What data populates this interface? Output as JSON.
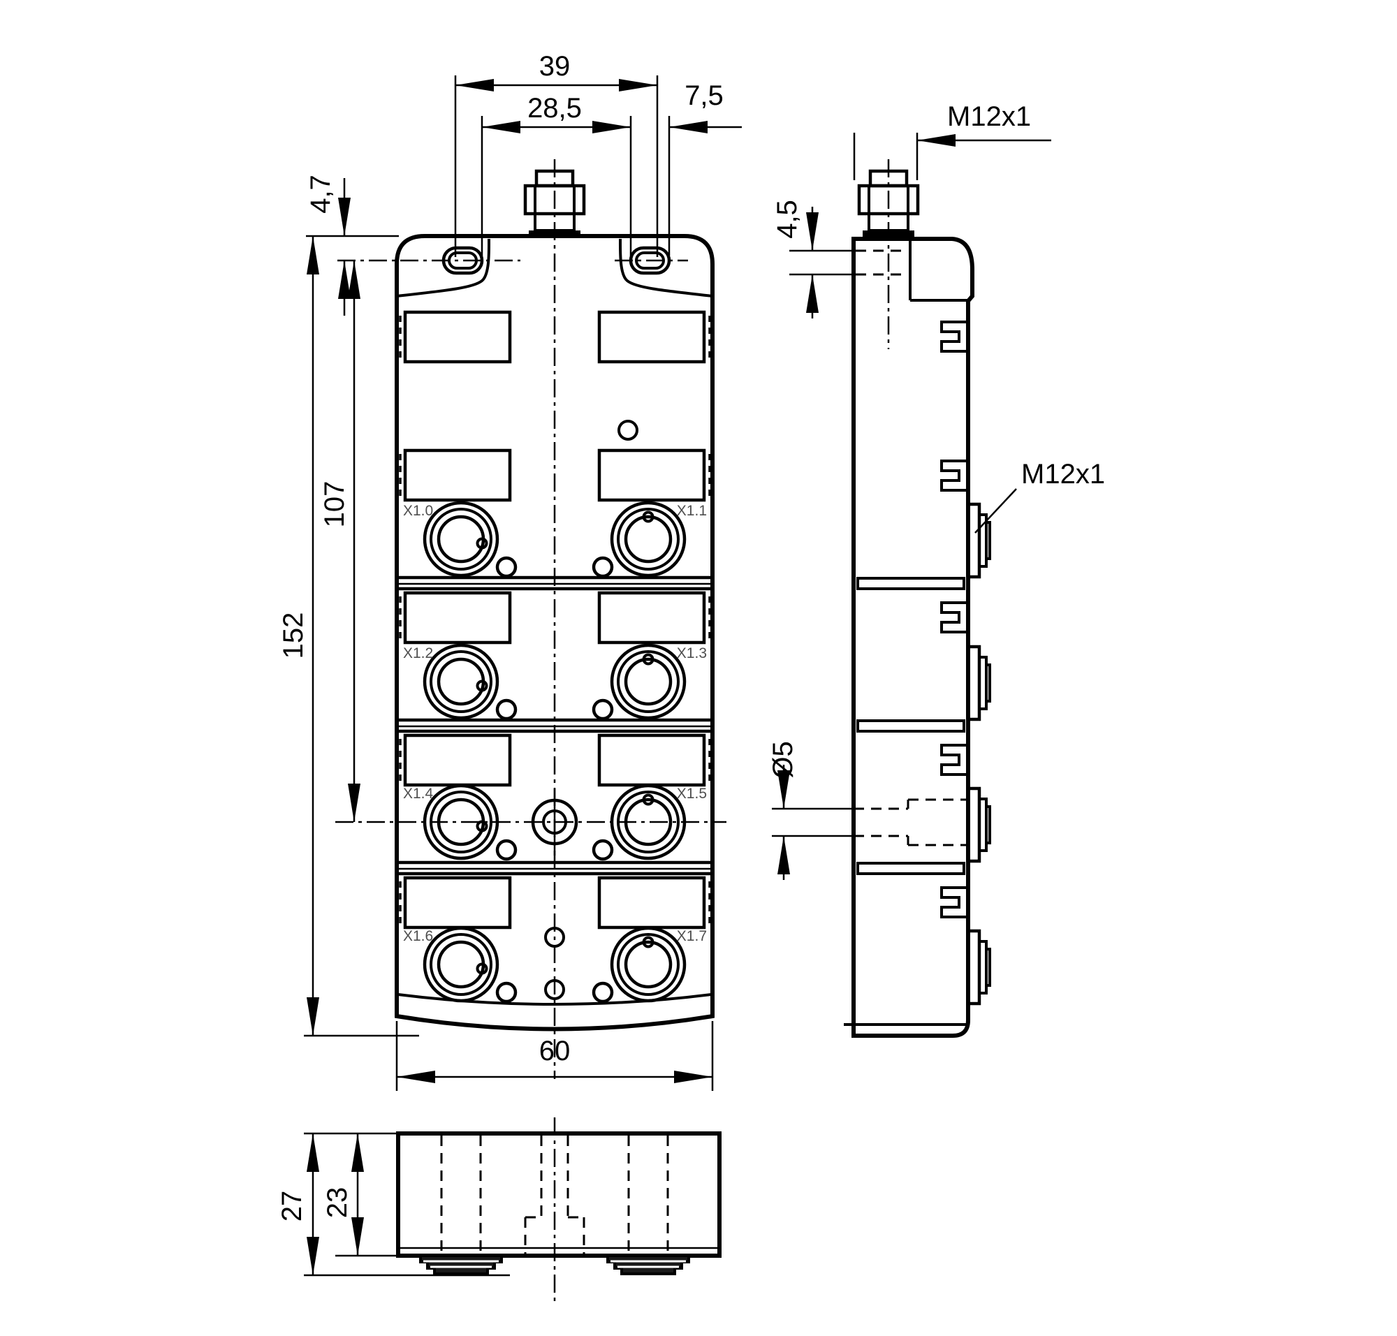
{
  "front_view": {
    "dim_top_outer": "39",
    "dim_top_inner": "28,5",
    "dim_slot_length": "7,5",
    "dim_top_offset": "4,7",
    "dim_port_span": "107",
    "dim_height": "152",
    "dim_width": "60",
    "ports": [
      {
        "label": "X1.0"
      },
      {
        "label": "X1.1"
      },
      {
        "label": "X1.2"
      },
      {
        "label": "X1.3"
      },
      {
        "label": "X1.4"
      },
      {
        "label": "X1.5"
      },
      {
        "label": "X1.6"
      },
      {
        "label": "X1.7"
      }
    ]
  },
  "side_view": {
    "dim_top_connector": "M12x1",
    "dim_slot_depth": "4,5",
    "dim_hole_dia": "Ø5",
    "label_side_ports": "M12x1"
  },
  "bottom_view": {
    "dim_total_depth": "27",
    "dim_body_depth": "23"
  }
}
